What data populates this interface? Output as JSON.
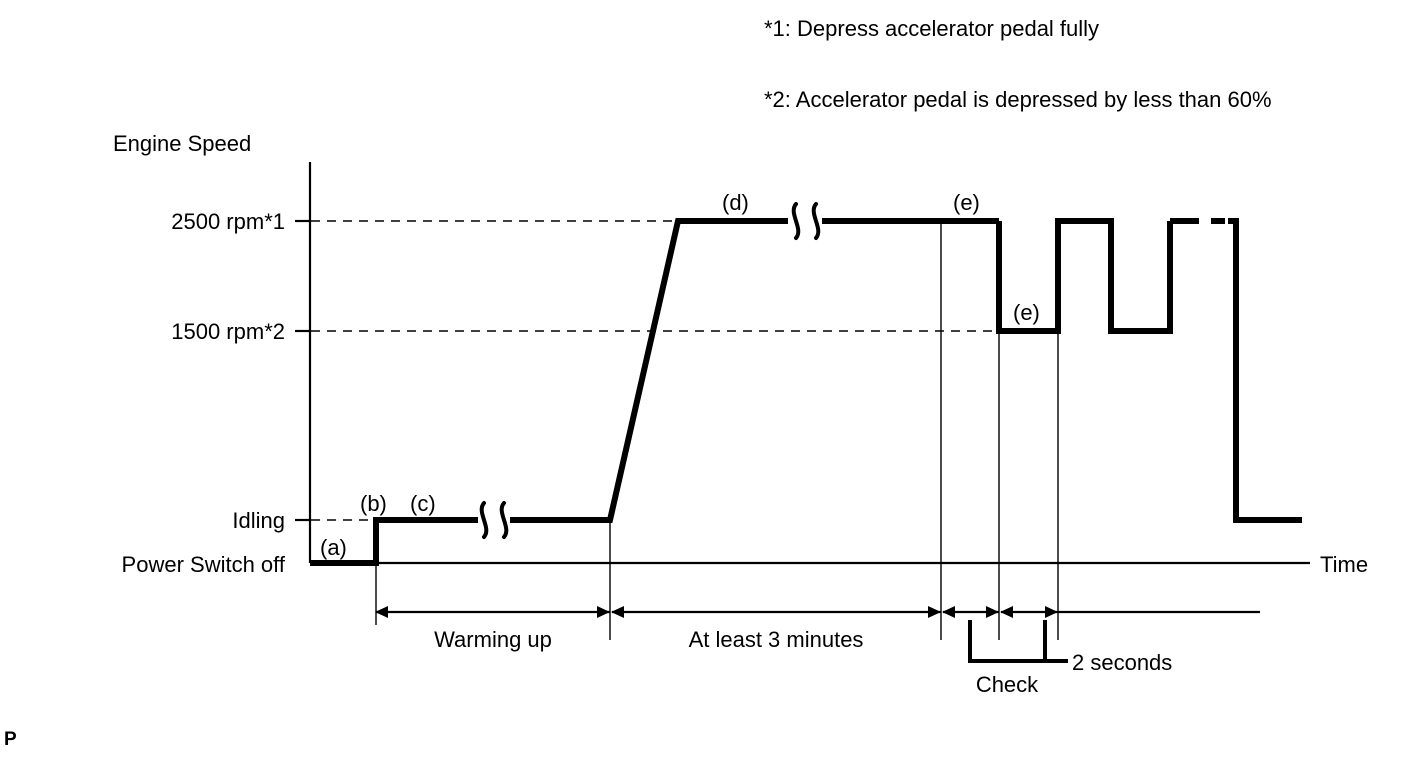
{
  "page": {
    "mark": "P",
    "footnotes": [
      "*1: Depress accelerator pedal fully",
      "*2: Accelerator pedal is depressed by less than 60%"
    ]
  },
  "chart_data": {
    "type": "line",
    "title": "",
    "ylabel": "Engine Speed",
    "xlabel": "Time",
    "grid": false,
    "legend": null,
    "y_ticks": [
      {
        "label": "2500 rpm*1",
        "value": 2500
      },
      {
        "label": "1500 rpm*2",
        "value": 1500
      },
      {
        "label": "Idling",
        "value": 700
      },
      {
        "label": "Power Switch off",
        "value": 0
      }
    ],
    "point_labels": [
      {
        "text": "(a)",
        "note": "power switch off level"
      },
      {
        "text": "(b)",
        "note": "start / idling begins"
      },
      {
        "text": "(c)",
        "note": "idling continues"
      },
      {
        "text": "(d)",
        "note": "2500 rpm held"
      },
      {
        "text": "(e)",
        "note": "check window upper"
      },
      {
        "text": "(e)",
        "note": "check window lower"
      }
    ],
    "series": [
      {
        "name": "Engine speed profile",
        "points": [
          {
            "t": "power-off-start",
            "rpm": 0
          },
          {
            "t": "start",
            "rpm": 0
          },
          {
            "t": "start",
            "rpm": 700
          },
          {
            "t": "warming-up-end",
            "rpm": 700
          },
          {
            "t": "ramp-end",
            "rpm": 2500
          },
          {
            "t": "check-start",
            "rpm": 2500
          },
          {
            "t": "drop-1",
            "rpm": 2500
          },
          {
            "t": "drop-1",
            "rpm": 1500
          },
          {
            "t": "rise-1",
            "rpm": 1500
          },
          {
            "t": "rise-1",
            "rpm": 2500
          },
          {
            "t": "drop-2",
            "rpm": 2500
          },
          {
            "t": "drop-2",
            "rpm": 1500
          },
          {
            "t": "rise-2",
            "rpm": 1500
          },
          {
            "t": "rise-2",
            "rpm": 2500
          },
          {
            "t": "final-drop",
            "rpm": 2500
          },
          {
            "t": "final-drop",
            "rpm": 700
          },
          {
            "t": "end",
            "rpm": 700
          }
        ]
      }
    ],
    "intervals": [
      {
        "label": "Warming up"
      },
      {
        "label": "At least 3 minutes"
      },
      {
        "label": "Check"
      },
      {
        "label": "2 seconds"
      }
    ]
  }
}
